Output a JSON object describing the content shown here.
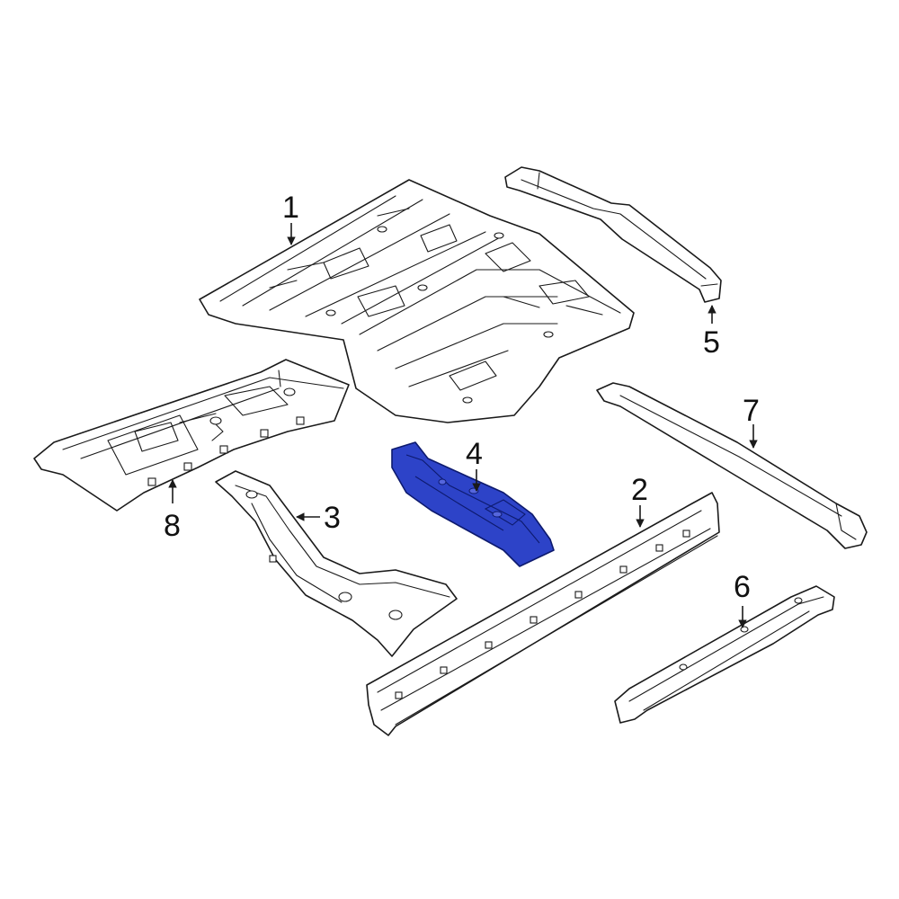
{
  "diagram": {
    "highlight_color": "#2d43c8",
    "highlight_stroke": "#0d1a6e",
    "line_color": "#1a1a1a",
    "callouts": [
      {
        "id": "1",
        "label": "1"
      },
      {
        "id": "2",
        "label": "2"
      },
      {
        "id": "3",
        "label": "3"
      },
      {
        "id": "4",
        "label": "4"
      },
      {
        "id": "5",
        "label": "5"
      },
      {
        "id": "6",
        "label": "6"
      },
      {
        "id": "7",
        "label": "7"
      },
      {
        "id": "8",
        "label": "8"
      }
    ],
    "highlighted_part": "4"
  }
}
